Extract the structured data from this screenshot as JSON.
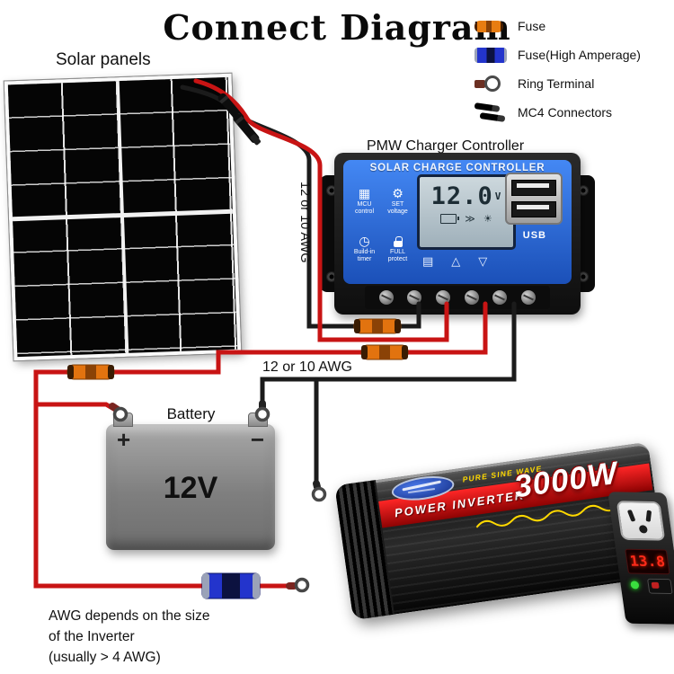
{
  "title": "Connect Diagram",
  "solar": {
    "label": "Solar panels"
  },
  "legend": {
    "items": [
      {
        "label": "Fuse",
        "icon": "fuse-icon"
      },
      {
        "label": "Fuse(High Amperage)",
        "icon": "fuse-high-amperage-icon"
      },
      {
        "label": "Ring Terminal",
        "icon": "ring-terminal-icon"
      },
      {
        "label": "MC4 Connectors",
        "icon": "mc4-connectors-icon"
      }
    ]
  },
  "controller": {
    "label": "PMW Charger Controller",
    "header": "SOLAR CHARGE CONTROLLER",
    "display": {
      "value": "12.0",
      "unit": "V"
    },
    "buttons": [
      {
        "l1": "MCU",
        "l2": "control"
      },
      {
        "l1": "SET",
        "l2": "voltage"
      },
      {
        "l1": "Build-in",
        "l2": "timer"
      },
      {
        "l1": "FULL",
        "l2": "protect"
      }
    ],
    "icon_glyphs": {
      "mcu": "▦",
      "set": "⚙",
      "timer": "◷"
    },
    "lcd_icons": {
      "arrows": "≫",
      "sun": "☀"
    },
    "face_icons": [
      "▤",
      "△",
      "▽"
    ],
    "usb_label": "USB"
  },
  "battery": {
    "label": "Battery",
    "voltage": "12V",
    "plus": "+",
    "minus": "−"
  },
  "inverter": {
    "name": "POWER INVERTER",
    "model": "3000W",
    "tagline": "PURE SINE WAVE",
    "display": "13.8"
  },
  "wires": {
    "awg_vertical": "12 or 10 AWG",
    "awg_horizontal": "12 or 10 AWG"
  },
  "note": {
    "line1": "AWG depends on the size",
    "line2": "of the Inverter",
    "line3": "(usually  > 4 AWG)"
  },
  "colors": {
    "wire_red": "#c81414",
    "wire_black": "#1b1b1b",
    "fuse_orange": "#e2730f",
    "fuse_blue": "#2334cc",
    "controller_blue": "#2e6fe0",
    "inverter_band_red": "#d01111"
  }
}
